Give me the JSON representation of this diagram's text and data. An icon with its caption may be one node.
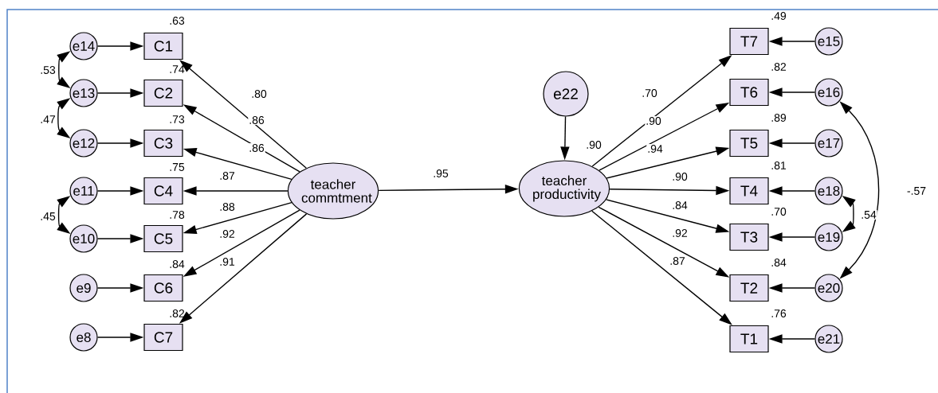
{
  "diagram": {
    "nodes": [
      {
        "text": [
          "e14"
        ]
      },
      {
        "text": [
          "e13"
        ]
      },
      {
        "text": [
          "e12"
        ]
      },
      {
        "text": [
          "e11"
        ]
      },
      {
        "text": [
          "e10"
        ]
      },
      {
        "text": [
          "e9"
        ]
      },
      {
        "text": [
          "e8"
        ]
      },
      {
        "text": [
          "C1"
        ]
      },
      {
        "text": [
          "C2"
        ]
      },
      {
        "text": [
          "C3"
        ]
      },
      {
        "text": [
          "C4"
        ]
      },
      {
        "text": [
          "C5"
        ]
      },
      {
        "text": [
          "C6"
        ]
      },
      {
        "text": [
          "C7"
        ]
      },
      {
        "text": [
          "teacher commtment"
        ]
      },
      {
        "text": [
          "e22"
        ]
      },
      {
        "text": [
          "teacher productivity"
        ]
      },
      {
        "text": [
          "T7"
        ]
      },
      {
        "text": [
          "T6"
        ]
      },
      {
        "text": [
          "T5"
        ]
      },
      {
        "text": [
          "T4"
        ]
      },
      {
        "text": [
          "T3"
        ]
      },
      {
        "text": [
          "T2"
        ]
      },
      {
        "text": [
          "T1"
        ]
      },
      {
        "text": [
          "e15"
        ]
      },
      {
        "text": [
          "e16"
        ]
      },
      {
        "text": [
          "e17"
        ]
      },
      {
        "text": [
          "e18"
        ]
      },
      {
        "text": [
          "e19"
        ]
      },
      {
        "text": [
          "e20"
        ]
      },
      {
        "text": [
          "e21"
        ]
      }
    ],
    "edges": [
      {
        "from": 0,
        "to": 7,
        "arrow": "to"
      },
      {
        "from": 1,
        "to": 8,
        "arrow": "to"
      },
      {
        "from": 2,
        "to": 9,
        "arrow": "to"
      },
      {
        "from": 3,
        "to": 10,
        "arrow": "to"
      },
      {
        "from": 4,
        "to": 11,
        "arrow": "to"
      },
      {
        "from": 5,
        "to": 12,
        "arrow": "to"
      },
      {
        "from": 6,
        "to": 13,
        "arrow": "to"
      },
      {
        "from": 14,
        "to": 7,
        "arrow": "to",
        "label": ".80"
      },
      {
        "from": 14,
        "to": 8,
        "arrow": "to",
        "label": ".86"
      },
      {
        "from": 14,
        "to": 9,
        "arrow": "to",
        "label": ".86"
      },
      {
        "from": 14,
        "to": 10,
        "arrow": "to",
        "label": ".87"
      },
      {
        "from": 14,
        "to": 11,
        "arrow": "to",
        "label": ".88"
      },
      {
        "from": 14,
        "to": 12,
        "arrow": "to",
        "label": ".92"
      },
      {
        "from": 14,
        "to": 13,
        "arrow": "to",
        "label": ".91"
      },
      {
        "from": 14,
        "to": 16,
        "arrow": "to",
        "label": ".95"
      },
      {
        "from": 15,
        "to": 16,
        "arrow": "to"
      },
      {
        "from": 16,
        "to": 17,
        "arrow": "to",
        "label": ".70"
      },
      {
        "from": 16,
        "to": 18,
        "arrow": "to",
        "label": ".90"
      },
      {
        "from": 16,
        "to": 19,
        "arrow": "to",
        "label": ".94"
      },
      {
        "from": 16,
        "to": 20,
        "arrow": "to",
        "label": ".90"
      },
      {
        "from": 16,
        "to": 21,
        "arrow": "to",
        "label": ".84"
      },
      {
        "from": 16,
        "to": 22,
        "arrow": "to",
        "label": ".92"
      },
      {
        "from": 16,
        "to": 23,
        "arrow": "to",
        "label": ".87"
      },
      {
        "from": 24,
        "to": 17,
        "arrow": "to"
      },
      {
        "from": 25,
        "to": 18,
        "arrow": "to"
      },
      {
        "from": 26,
        "to": 19,
        "arrow": "to"
      },
      {
        "from": 27,
        "to": 20,
        "arrow": "to"
      },
      {
        "from": 28,
        "to": 21,
        "arrow": "to"
      },
      {
        "from": 29,
        "to": 22,
        "arrow": "to"
      },
      {
        "from": 30,
        "to": 23,
        "arrow": "to"
      },
      {
        "from": 0,
        "to": 1,
        "arrow": "both",
        "label": ".53"
      },
      {
        "from": 1,
        "to": 2,
        "arrow": "both",
        "label": ".47"
      },
      {
        "from": 3,
        "to": 4,
        "arrow": "both",
        "label": ".45"
      },
      {
        "from": 27,
        "to": 28,
        "arrow": "both",
        "label": ".54"
      },
      {
        "from": 25,
        "to": 29,
        "arrow": "both",
        "label": "-.57"
      }
    ],
    "labels": [
      ".63",
      ".74",
      ".73",
      ".75",
      ".78",
      ".84",
      ".82",
      ".90",
      ".49",
      ".82",
      ".89",
      ".81",
      ".70",
      ".84",
      ".76"
    ]
  }
}
